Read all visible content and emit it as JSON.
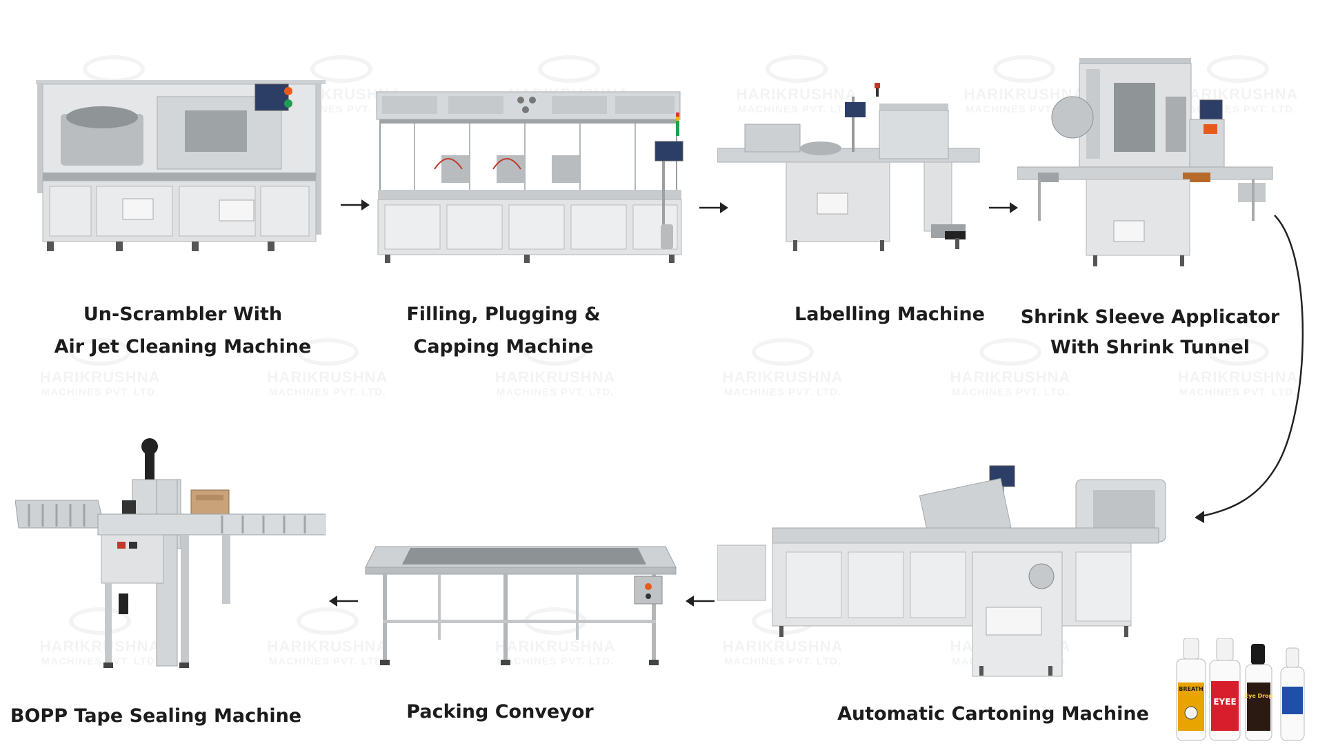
{
  "watermark": {
    "line1": "HARIKRUSHNA",
    "line2": "MACHINES PVT. LTD."
  },
  "steps": [
    {
      "id": "unscrambler",
      "caption_lines": [
        "Un-Scrambler With",
        "Air Jet Cleaning Machine"
      ]
    },
    {
      "id": "filling",
      "caption_lines": [
        "Filling, Plugging &",
        "Capping Machine"
      ]
    },
    {
      "id": "labelling",
      "caption_lines": [
        "Labelling Machine"
      ]
    },
    {
      "id": "shrink",
      "caption_lines": [
        "Shrink Sleeve  Applicator",
        "With Shrink Tunnel"
      ]
    },
    {
      "id": "cartoning",
      "caption_lines": [
        "Automatic Cartoning Machine"
      ]
    },
    {
      "id": "conveyor",
      "caption_lines": [
        "Packing Conveyor"
      ]
    },
    {
      "id": "bopp",
      "caption_lines": [
        "BOPP Tape Sealing Machine"
      ]
    }
  ],
  "product_bottles": [
    {
      "label_top": "BREATH",
      "label_main": "",
      "color": "#e8a400"
    },
    {
      "label_top": "",
      "label_main": "EYEE",
      "color": "#d81e2c"
    },
    {
      "label_top": "",
      "label_main": "Eye Drop",
      "color": "#2a1a12"
    },
    {
      "label_top": "",
      "label_main": "",
      "color": "#1f4fa8"
    }
  ]
}
